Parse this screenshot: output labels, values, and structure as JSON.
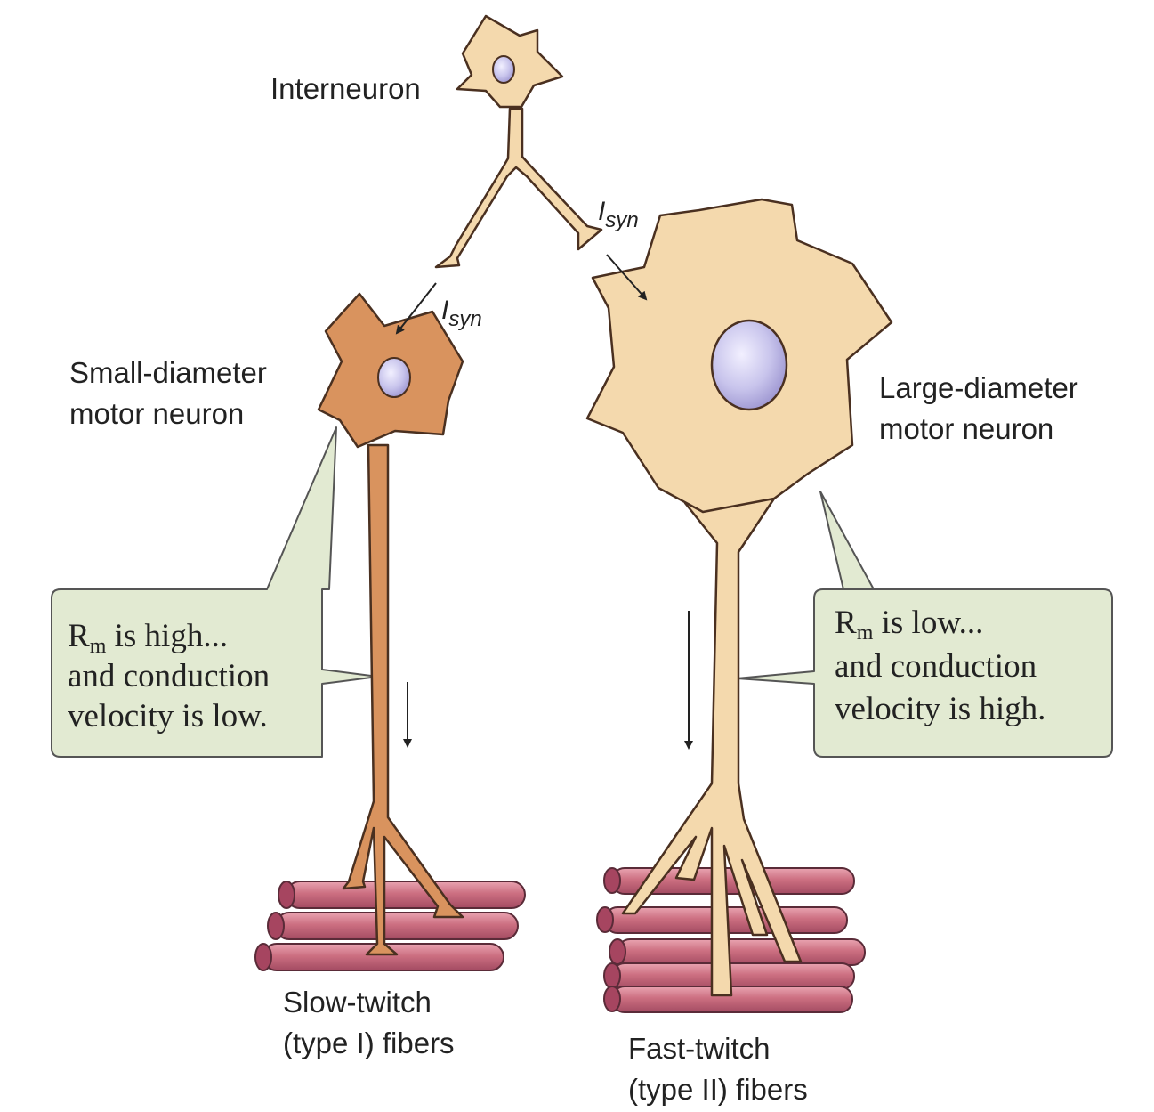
{
  "labels": {
    "interneuron": "Interneuron",
    "isyn_main": "I",
    "isyn_sub": "syn",
    "small_line1": "Small-diameter",
    "small_line2": "motor neuron",
    "large_line1": "Large-diameter",
    "large_line2": "motor neuron",
    "slow_line1": "Slow-twitch",
    "slow_line2": "(type I) fibers",
    "fast_line1": "Fast-twitch",
    "fast_line2": "(type II) fibers"
  },
  "callouts": {
    "left": {
      "symbol": "R",
      "symbol_sub": "m",
      "line1_rest": " is high...",
      "line2": "and conduction",
      "line3": "velocity is low."
    },
    "right": {
      "symbol": "R",
      "symbol_sub": "m",
      "line1_rest": " is low...",
      "line2": "and conduction",
      "line3": "velocity is high."
    }
  },
  "colors": {
    "neuron_light": "#f4d9ad",
    "neuron_dark": "#d9935e",
    "outline": "#4a3020",
    "nucleus": "#c8c4ec",
    "callout_fill": "#e2ead2",
    "muscle": "#cc6f81",
    "muscle_end": "#a64560"
  }
}
